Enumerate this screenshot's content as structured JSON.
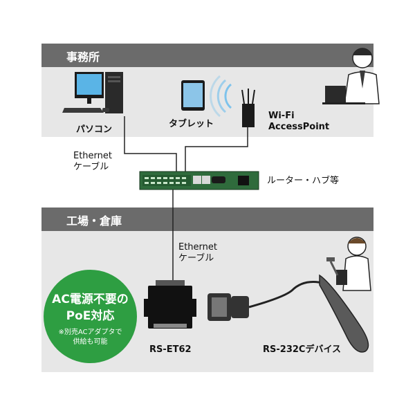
{
  "office": {
    "title": "事務所",
    "pc_label": "パソコン",
    "tablet_label": "タブレット",
    "ap_label": "Wi-Fi\nAccessPoint"
  },
  "network": {
    "ethernet_upper": "Ethernet\nケーブル",
    "router_label": "ルーター・ハブ等",
    "ethernet_lower": "Ethernet\nケーブル"
  },
  "factory": {
    "title": "工場・倉庫",
    "badge_line1": "AC電源不要の",
    "badge_line2": "PoE対応",
    "badge_note": "※別売ACアダプタで\n供給も可能",
    "converter_label": "RS-ET62",
    "device_label": "RS-232Cデバイス"
  },
  "colors": {
    "header": "#6b6b6b",
    "panel": "#e7e7e7",
    "badge": "#2e9e42",
    "router": "#2f6b3c"
  }
}
